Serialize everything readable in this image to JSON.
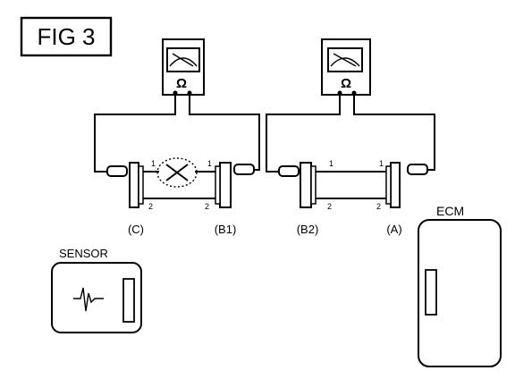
{
  "figure": {
    "label": "FIG 3"
  },
  "meters": [
    {
      "symbol": "Ω",
      "icon": "ohmmeter-dial-icon"
    },
    {
      "symbol": "Ω",
      "icon": "ohmmeter-dial-icon"
    }
  ],
  "connectors": {
    "c": {
      "label": "(C)"
    },
    "b1": {
      "label": "(B1)"
    },
    "b2": {
      "label": "(B2)"
    },
    "a": {
      "label": "(A)"
    }
  },
  "pins": {
    "left_top_1": "1",
    "left_top_2": "1",
    "left_bot_1": "2",
    "left_bot_2": "2",
    "right_top_1": "1",
    "right_top_2": "1",
    "right_bot_1": "2",
    "right_bot_2": "2"
  },
  "components": {
    "sensor": {
      "label": "SENSOR",
      "icon": "signal-waveform-icon"
    },
    "ecm": {
      "label": "ECM"
    }
  },
  "markers": {
    "open_circuit": "open-circuit-x-icon"
  }
}
